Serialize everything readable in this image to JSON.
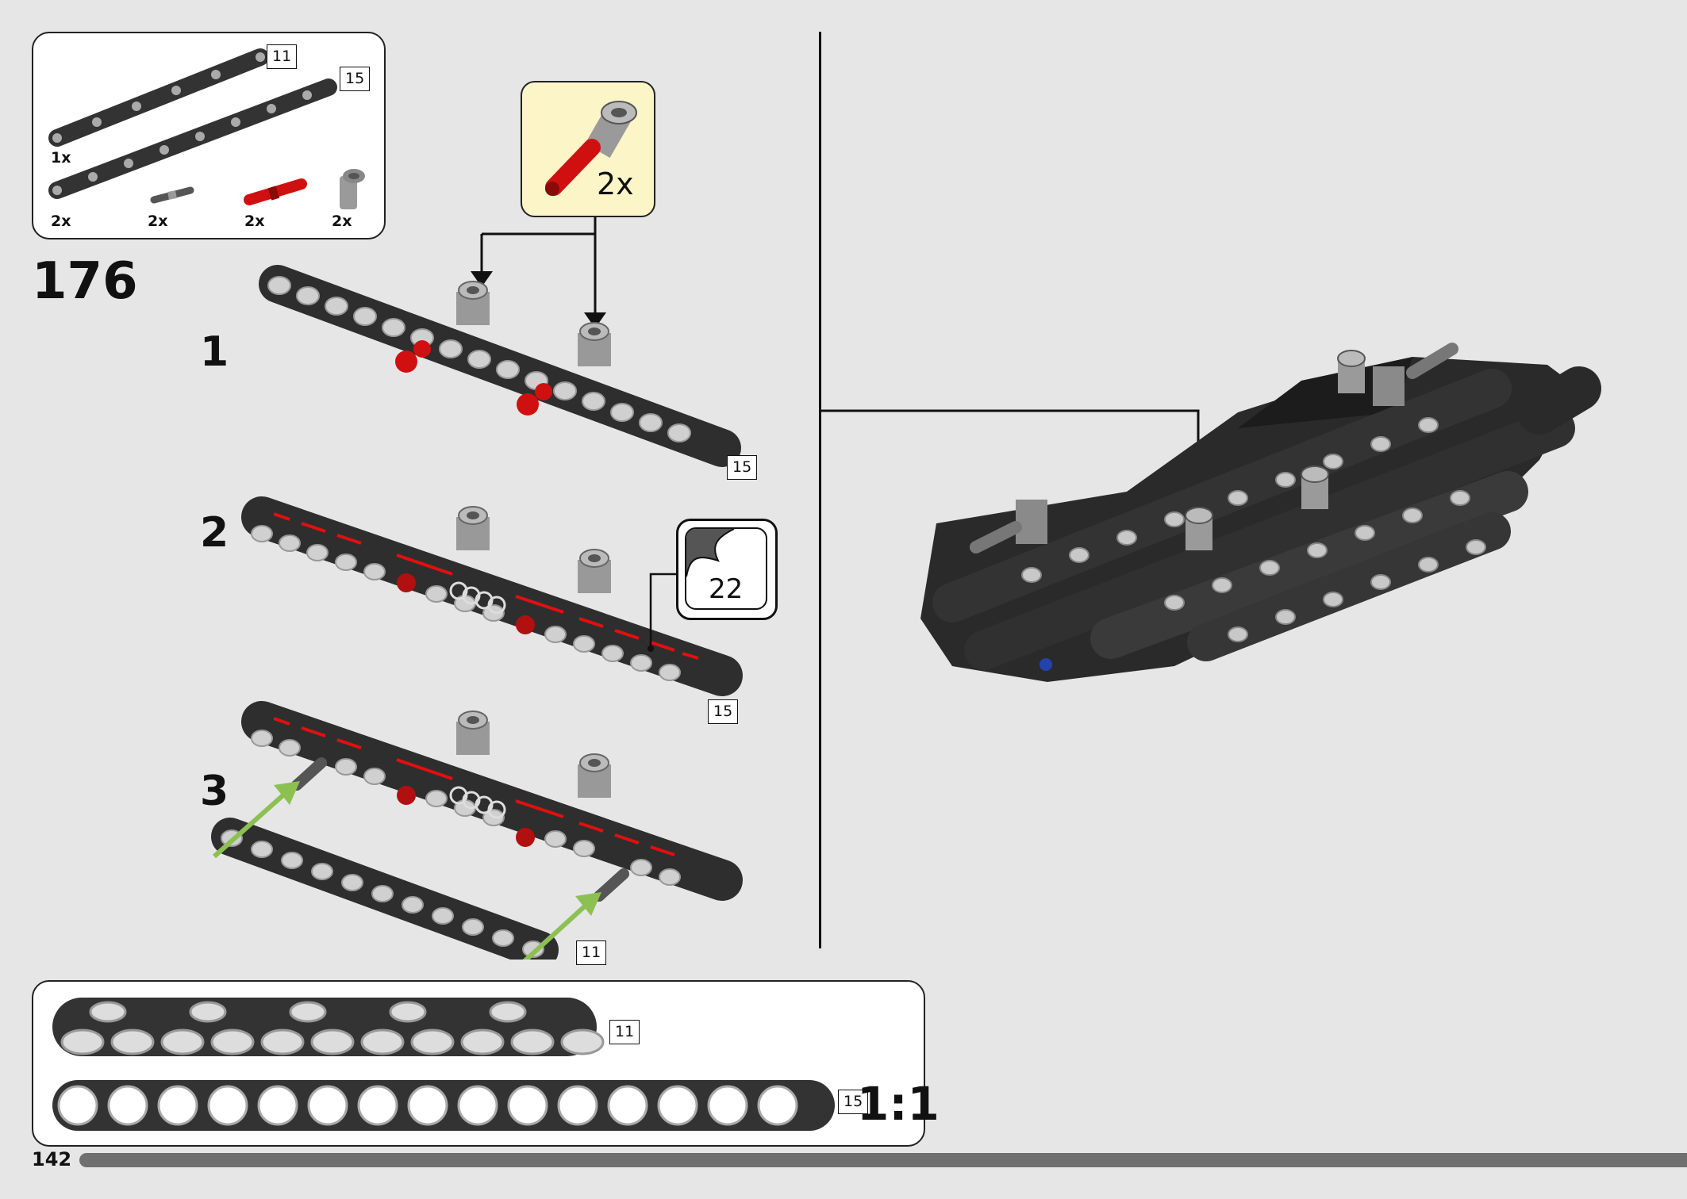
{
  "parts_list": {
    "items": [
      {
        "qty": "1x",
        "length": "11",
        "icon": "beam-11-black-icon"
      },
      {
        "qty": "2x",
        "length": "15",
        "icon": "beam-15-black-icon"
      },
      {
        "qty": "2x",
        "icon": "axle-pin-grey-icon"
      },
      {
        "qty": "2x",
        "icon": "axle-pin-red-icon"
      },
      {
        "qty": "2x",
        "icon": "pin-connector-grey-icon"
      }
    ]
  },
  "main_step": "176",
  "substeps": [
    {
      "number": "1",
      "beam_length": "15"
    },
    {
      "number": "2",
      "beam_length": "15"
    },
    {
      "number": "3",
      "beam_length": "11"
    }
  ],
  "callout": {
    "qty": "2x",
    "icon": "pin-connector-red-axle-icon"
  },
  "sticker": {
    "number": "22",
    "icon": "sticker-icon"
  },
  "scale_panel": {
    "beam_short": "11",
    "beam_long": "15",
    "scale": "1:1"
  },
  "page_number": "142",
  "colors": {
    "background": "#e6e6e6",
    "beam": "#333333",
    "pin_red": "#d01010",
    "arrow_green": "#8cc152",
    "callout_bg": "#fbf5c8",
    "progress": "#707070"
  }
}
